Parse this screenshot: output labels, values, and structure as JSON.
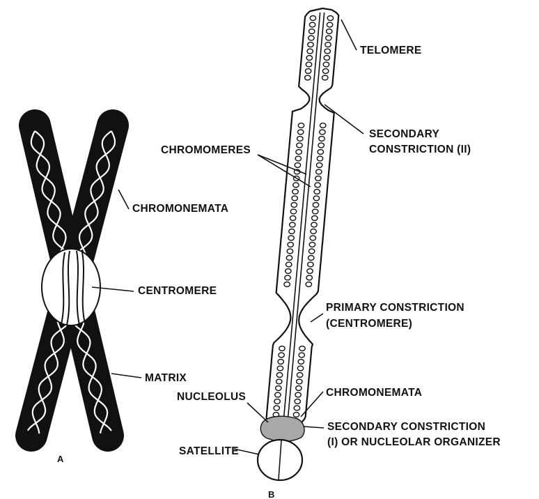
{
  "panels": {
    "a": "A",
    "b": "B"
  },
  "labels": {
    "chromonemata_a": "CHROMONEMATA",
    "centromere": "CENTROMERE",
    "matrix": "MATRIX",
    "telomere": "TELOMERE",
    "secondary_constriction_ii_line1": "SECONDARY",
    "secondary_constriction_ii_line2": "CONSTRICTION (II)",
    "chromomeres": "CHROMOMERES",
    "primary_constriction_line1": "PRIMARY CONSTRICTION",
    "primary_constriction_line2": "(CENTROMERE)",
    "chromonemata_b": "CHROMONEMATA",
    "nucleolus": "NUCLEOLUS",
    "secondary_constriction_i_line1": "SECONDARY CONSTRICTION",
    "secondary_constriction_i_line2": "(I) OR NUCLEOLAR ORGANIZER",
    "satellite": "SATELLITE"
  },
  "colors": {
    "ink": "#111111",
    "paper": "#ffffff",
    "nucleolus": "#a8a8a8"
  }
}
